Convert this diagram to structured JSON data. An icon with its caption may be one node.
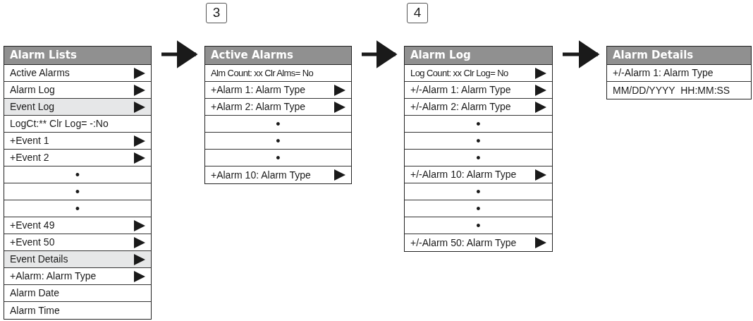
{
  "diagram": {
    "nodes": [
      {
        "text": [
          "3"
        ]
      },
      {
        "text": [
          "4"
        ]
      },
      {
        "text": [
          "Alarm Lists"
        ]
      },
      {
        "text": [
          "Active Alarms"
        ],
        "in": 2
      },
      {
        "text": [
          "Alarm Log"
        ],
        "in": 2
      },
      {
        "text": [
          "Event Log"
        ],
        "in": 2
      },
      {
        "text": [
          "LogCt:** Clr Log= -:No"
        ],
        "in": 2
      },
      {
        "text": [
          "+Event 1"
        ],
        "in": 2
      },
      {
        "text": [
          "+Event 2"
        ],
        "in": 2
      },
      {
        "text": [
          "•"
        ],
        "in": 2
      },
      {
        "text": [
          "•"
        ],
        "in": 2
      },
      {
        "text": [
          "•"
        ],
        "in": 2
      },
      {
        "text": [
          "+Event 49"
        ],
        "in": 2
      },
      {
        "text": [
          "+Event 50"
        ],
        "in": 2
      },
      {
        "text": [
          "Event Details"
        ],
        "in": 2
      },
      {
        "text": [
          "+Alarm: Alarm Type"
        ],
        "in": 2
      },
      {
        "text": [
          "Alarm Date"
        ],
        "in": 2
      },
      {
        "text": [
          "Alarm Time"
        ],
        "in": 2
      },
      {
        "text": [
          "Active Alarms"
        ]
      },
      {
        "text": [
          "Alm Count: xx Clr Alms= No"
        ],
        "in": 18
      },
      {
        "text": [
          "+Alarm 1: Alarm Type"
        ],
        "in": 18
      },
      {
        "text": [
          "+Alarm 2: Alarm Type"
        ],
        "in": 18
      },
      {
        "text": [
          "•"
        ],
        "in": 18
      },
      {
        "text": [
          "•"
        ],
        "in": 18
      },
      {
        "text": [
          "•"
        ],
        "in": 18
      },
      {
        "text": [
          "+Alarm 10: Alarm Type"
        ],
        "in": 18
      },
      {
        "text": [
          "Alarm Log"
        ]
      },
      {
        "text": [
          "Log Count: xx Clr Log= No"
        ],
        "in": 26
      },
      {
        "text": [
          "+/-Alarm 1: Alarm Type"
        ],
        "in": 26
      },
      {
        "text": [
          "+/-Alarm 2: Alarm Type"
        ],
        "in": 26
      },
      {
        "text": [
          "•"
        ],
        "in": 26
      },
      {
        "text": [
          "•"
        ],
        "in": 26
      },
      {
        "text": [
          "•"
        ],
        "in": 26
      },
      {
        "text": [
          "+/-Alarm 10: Alarm Type"
        ],
        "in": 26
      },
      {
        "text": [
          "•"
        ],
        "in": 26
      },
      {
        "text": [
          "•"
        ],
        "in": 26
      },
      {
        "text": [
          "•"
        ],
        "in": 26
      },
      {
        "text": [
          "+/-Alarm 50: Alarm Type"
        ],
        "in": 26
      },
      {
        "text": [
          "Alarm Details"
        ]
      },
      {
        "text": [
          "+/-Alarm 1: Alarm Type"
        ],
        "in": 38
      },
      {
        "text": [
          "MM/DD/YYYY  HH:MM:SS"
        ],
        "in": 38
      }
    ],
    "edges": [
      {
        "from": 2,
        "to": 18,
        "arrow": "to"
      },
      {
        "from": 18,
        "to": 26,
        "arrow": "to"
      },
      {
        "from": 26,
        "to": 38,
        "arrow": "to"
      }
    ]
  }
}
